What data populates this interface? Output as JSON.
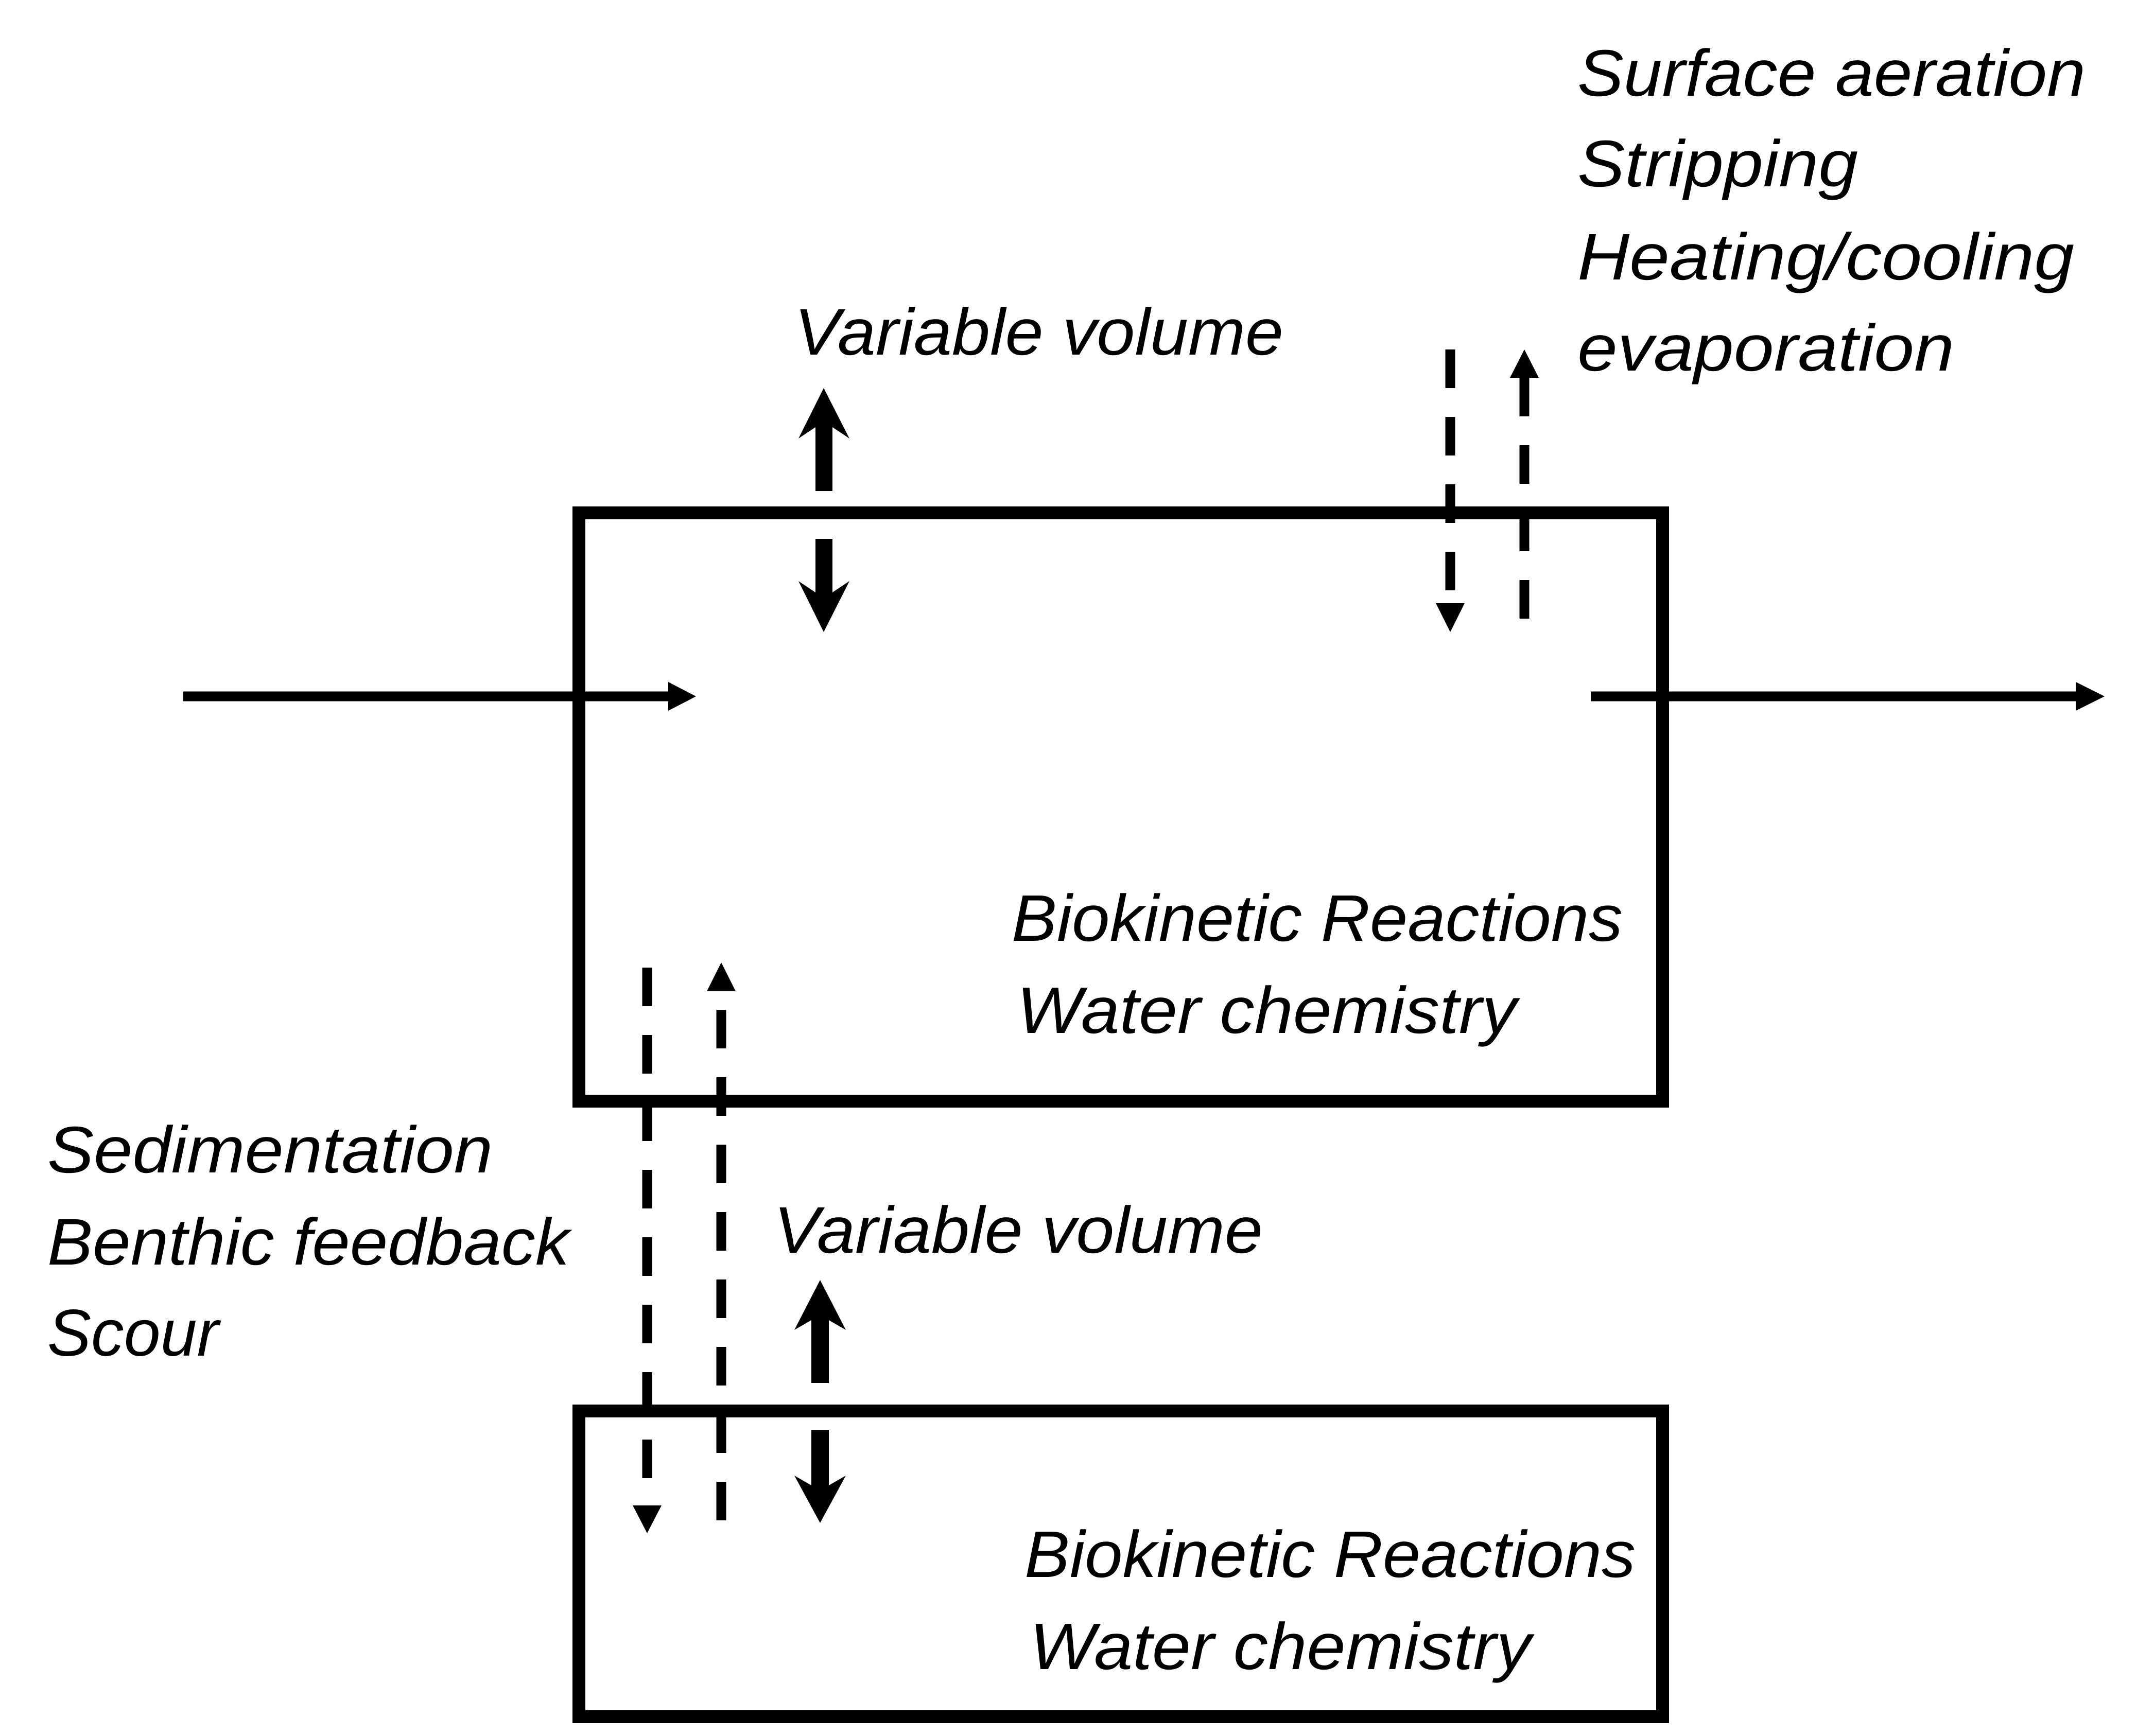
{
  "figure": {
    "title": "Water column and sediment layer process schematic",
    "colors": {
      "ink": "#000000",
      "background": "#ffffff"
    }
  },
  "water_column": {
    "reactions_label": "Biokinetic Reactions",
    "chemistry_label": "Water chemistry",
    "volume_label": "Variable volume",
    "surface_exchange_labels": [
      "Surface aeration",
      "Stripping",
      "Heating/cooling",
      "evaporation"
    ]
  },
  "sediment_layer": {
    "reactions_label": "Biokinetic Reactions",
    "chemistry_label": "Water chemistry",
    "volume_label": "Variable volume",
    "benthic_exchange_labels": [
      "Sedimentation",
      "Benthic feedback",
      "Scour"
    ]
  },
  "flows": {
    "inflow": "inflow-arrow",
    "outflow": "outflow-arrow"
  }
}
